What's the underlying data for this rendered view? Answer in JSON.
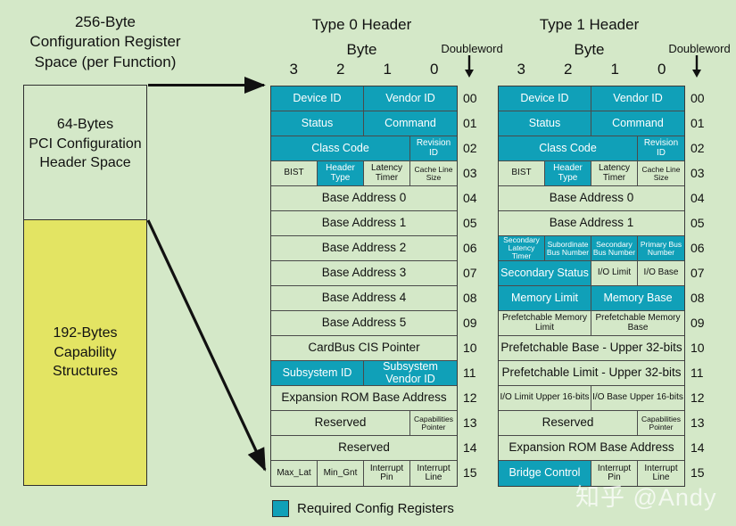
{
  "overview": {
    "caption": "256-Byte Configuration Register Space (per Function)",
    "caption_lines": [
      "256-Byte",
      "Configuration Register",
      "Space (per Function)"
    ],
    "header_space_label": "64-Bytes PCI Configuration Header Space",
    "header_space_lines": [
      "64-Bytes",
      "PCI Configuration",
      "Header Space"
    ],
    "capability_label": "192-Bytes Capability Structures",
    "capability_lines": [
      "192-Bytes",
      "Capability",
      "Structures"
    ]
  },
  "legend": {
    "label": "Required Config Registers",
    "swatch_color": "#10a0b8"
  },
  "watermark": "知乎 @Andy",
  "colors": {
    "background": "#d4e8c8",
    "required": "#10a0b8",
    "optional": "#d4e8c8",
    "capability_block": "#e3e463",
    "border": "#3a3a3a"
  },
  "common": {
    "byte_label": "Byte",
    "doubleword_label": "Doubleword",
    "byte_numbers": [
      "3",
      "2",
      "1",
      "0"
    ],
    "doubleword_numbers": [
      "00",
      "01",
      "02",
      "03",
      "04",
      "05",
      "06",
      "07",
      "08",
      "09",
      "10",
      "11",
      "12",
      "13",
      "14",
      "15"
    ]
  },
  "type0": {
    "title": "Type 0 Header",
    "rows": [
      {
        "dw": "00",
        "cells": [
          {
            "text": "Device ID",
            "w": 50,
            "req": true
          },
          {
            "text": "Vendor ID",
            "w": 50,
            "req": true
          }
        ]
      },
      {
        "dw": "01",
        "cells": [
          {
            "text": "Status",
            "w": 50,
            "req": true
          },
          {
            "text": "Command",
            "w": 50,
            "req": true
          }
        ]
      },
      {
        "dw": "02",
        "cells": [
          {
            "text": "Class Code",
            "w": 75,
            "req": true
          },
          {
            "text": "Revision ID",
            "w": 25,
            "req": true,
            "size": "sm"
          }
        ]
      },
      {
        "dw": "03",
        "cells": [
          {
            "text": "BIST",
            "w": 25,
            "req": false,
            "size": "sm"
          },
          {
            "text": "Header Type",
            "w": 25,
            "req": true,
            "size": "sm"
          },
          {
            "text": "Latency Timer",
            "w": 25,
            "req": false,
            "size": "sm"
          },
          {
            "text": "Cache Line Size",
            "w": 25,
            "req": false,
            "size": "xs"
          }
        ]
      },
      {
        "dw": "04",
        "cells": [
          {
            "text": "Base Address 0",
            "w": 100,
            "req": false,
            "size": "lg"
          }
        ]
      },
      {
        "dw": "05",
        "cells": [
          {
            "text": "Base Address 1",
            "w": 100,
            "req": false,
            "size": "lg"
          }
        ]
      },
      {
        "dw": "06",
        "cells": [
          {
            "text": "Base Address 2",
            "w": 100,
            "req": false,
            "size": "lg"
          }
        ]
      },
      {
        "dw": "07",
        "cells": [
          {
            "text": "Base Address 3",
            "w": 100,
            "req": false,
            "size": "lg"
          }
        ]
      },
      {
        "dw": "08",
        "cells": [
          {
            "text": "Base Address 4",
            "w": 100,
            "req": false,
            "size": "lg"
          }
        ]
      },
      {
        "dw": "09",
        "cells": [
          {
            "text": "Base Address 5",
            "w": 100,
            "req": false,
            "size": "lg"
          }
        ]
      },
      {
        "dw": "10",
        "cells": [
          {
            "text": "CardBus CIS Pointer",
            "w": 100,
            "req": false,
            "size": "lg"
          }
        ]
      },
      {
        "dw": "11",
        "cells": [
          {
            "text": "Subsystem ID",
            "w": 50,
            "req": true
          },
          {
            "text": "Subsystem Vendor ID",
            "w": 50,
            "req": true
          }
        ]
      },
      {
        "dw": "12",
        "cells": [
          {
            "text": "Expansion ROM Base Address",
            "w": 100,
            "req": false,
            "size": "lg"
          }
        ]
      },
      {
        "dw": "13",
        "cells": [
          {
            "text": "Reserved",
            "w": 75,
            "req": false,
            "size": "lg"
          },
          {
            "text": "Capabilities Pointer",
            "w": 25,
            "req": false,
            "size": "xs"
          }
        ]
      },
      {
        "dw": "14",
        "cells": [
          {
            "text": "Reserved",
            "w": 100,
            "req": false,
            "size": "lg"
          }
        ]
      },
      {
        "dw": "15",
        "cells": [
          {
            "text": "Max_Lat",
            "w": 25,
            "req": false,
            "size": "sm"
          },
          {
            "text": "Min_Gnt",
            "w": 25,
            "req": false,
            "size": "sm"
          },
          {
            "text": "Interrupt Pin",
            "w": 25,
            "req": false,
            "size": "sm"
          },
          {
            "text": "Interrupt Line",
            "w": 25,
            "req": false,
            "size": "sm"
          }
        ]
      }
    ]
  },
  "type1": {
    "title": "Type 1 Header",
    "rows": [
      {
        "dw": "00",
        "cells": [
          {
            "text": "Device ID",
            "w": 50,
            "req": true
          },
          {
            "text": "Vendor ID",
            "w": 50,
            "req": true
          }
        ]
      },
      {
        "dw": "01",
        "cells": [
          {
            "text": "Status",
            "w": 50,
            "req": true
          },
          {
            "text": "Command",
            "w": 50,
            "req": true
          }
        ]
      },
      {
        "dw": "02",
        "cells": [
          {
            "text": "Class Code",
            "w": 75,
            "req": true
          },
          {
            "text": "Revision ID",
            "w": 25,
            "req": true,
            "size": "sm"
          }
        ]
      },
      {
        "dw": "03",
        "cells": [
          {
            "text": "BIST",
            "w": 25,
            "req": false,
            "size": "sm"
          },
          {
            "text": "Header Type",
            "w": 25,
            "req": true,
            "size": "sm"
          },
          {
            "text": "Latency Timer",
            "w": 25,
            "req": false,
            "size": "sm"
          },
          {
            "text": "Cache Line Size",
            "w": 25,
            "req": false,
            "size": "xs"
          }
        ]
      },
      {
        "dw": "04",
        "cells": [
          {
            "text": "Base Address 0",
            "w": 100,
            "req": false,
            "size": "lg"
          }
        ]
      },
      {
        "dw": "05",
        "cells": [
          {
            "text": "Base Address 1",
            "w": 100,
            "req": false,
            "size": "lg"
          }
        ]
      },
      {
        "dw": "06",
        "cells": [
          {
            "text": "Secondary Latency Timer",
            "w": 25,
            "req": true,
            "size": "xs"
          },
          {
            "text": "Subordinate Bus Number",
            "w": 25,
            "req": true,
            "size": "xs"
          },
          {
            "text": "Secondary Bus Number",
            "w": 25,
            "req": true,
            "size": "xs"
          },
          {
            "text": "Primary Bus Number",
            "w": 25,
            "req": true,
            "size": "xs"
          }
        ]
      },
      {
        "dw": "07",
        "cells": [
          {
            "text": "Secondary Status",
            "w": 50,
            "req": true
          },
          {
            "text": "I/O Limit",
            "w": 25,
            "req": false,
            "size": "sm"
          },
          {
            "text": "I/O Base",
            "w": 25,
            "req": false,
            "size": "sm"
          }
        ]
      },
      {
        "dw": "08",
        "cells": [
          {
            "text": "Memory Limit",
            "w": 50,
            "req": true
          },
          {
            "text": "Memory Base",
            "w": 50,
            "req": true
          }
        ]
      },
      {
        "dw": "09",
        "cells": [
          {
            "text": "Prefetchable Memory Limit",
            "w": 50,
            "req": false,
            "size": "sm"
          },
          {
            "text": "Prefetchable Memory Base",
            "w": 50,
            "req": false,
            "size": "sm"
          }
        ]
      },
      {
        "dw": "10",
        "cells": [
          {
            "text": "Prefetchable Base - Upper 32-bits",
            "w": 100,
            "req": false,
            "size": "lg"
          }
        ]
      },
      {
        "dw": "11",
        "cells": [
          {
            "text": "Prefetchable Limit - Upper 32-bits",
            "w": 100,
            "req": false,
            "size": "lg"
          }
        ]
      },
      {
        "dw": "12",
        "cells": [
          {
            "text": "I/O Limit Upper 16-bits",
            "w": 50,
            "req": false,
            "size": "sm"
          },
          {
            "text": "I/O Base Upper 16-bits",
            "w": 50,
            "req": false,
            "size": "sm"
          }
        ]
      },
      {
        "dw": "13",
        "cells": [
          {
            "text": "Reserved",
            "w": 75,
            "req": false,
            "size": "lg"
          },
          {
            "text": "Capabilities Pointer",
            "w": 25,
            "req": false,
            "size": "xs"
          }
        ]
      },
      {
        "dw": "14",
        "cells": [
          {
            "text": "Expansion ROM Base Address",
            "w": 100,
            "req": false,
            "size": "lg"
          }
        ]
      },
      {
        "dw": "15",
        "cells": [
          {
            "text": "Bridge Control",
            "w": 50,
            "req": true
          },
          {
            "text": "Interrupt Pin",
            "w": 25,
            "req": false,
            "size": "sm"
          },
          {
            "text": "Interrupt Line",
            "w": 25,
            "req": false,
            "size": "sm"
          }
        ]
      }
    ]
  }
}
